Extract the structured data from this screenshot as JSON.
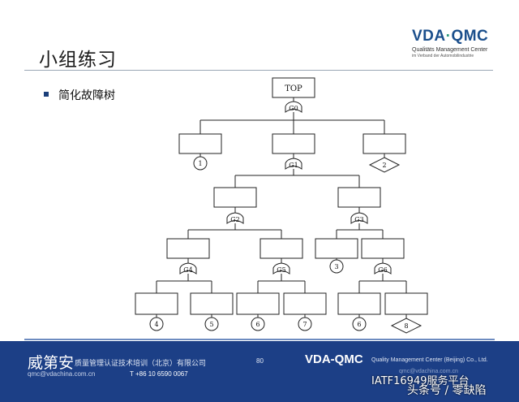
{
  "slide": {
    "title": "小组练习",
    "bullet": "简化故障树"
  },
  "logo": {
    "mark_a": "VDA",
    "mark_b": "QMC",
    "line1": "Qualitäts Management Center",
    "line2": "im Verband der Automobilindustrie"
  },
  "tree": {
    "top_label": "TOP",
    "gates": [
      "G0",
      "G1",
      "G2",
      "G3",
      "G4",
      "G5",
      "G6"
    ],
    "basic_events": [
      "1",
      "3",
      "4",
      "5",
      "6",
      "7",
      "6"
    ],
    "undeveloped_events": [
      "2",
      "8"
    ]
  },
  "footer": {
    "company": "威第安",
    "company_sub": "质量管理认证技术培训（北京）有限公司",
    "page": "80",
    "brand": "VDA-QMC",
    "brand_sub": "Quality Management Center (Beijing) Co., Ltd.",
    "email": "qmc@vdachina.com.cn",
    "phone": "T +86 10 6590 0067",
    "email2": "qmc@vdachina.com.cn"
  },
  "watermark": {
    "line1": "IATF16949服务平台",
    "line2": "头条号 / 零缺陷"
  },
  "colors": {
    "footer_bg": "#1c3f86",
    "logo_blue": "#1b4f8c",
    "logo_green": "#2f9a7e"
  }
}
